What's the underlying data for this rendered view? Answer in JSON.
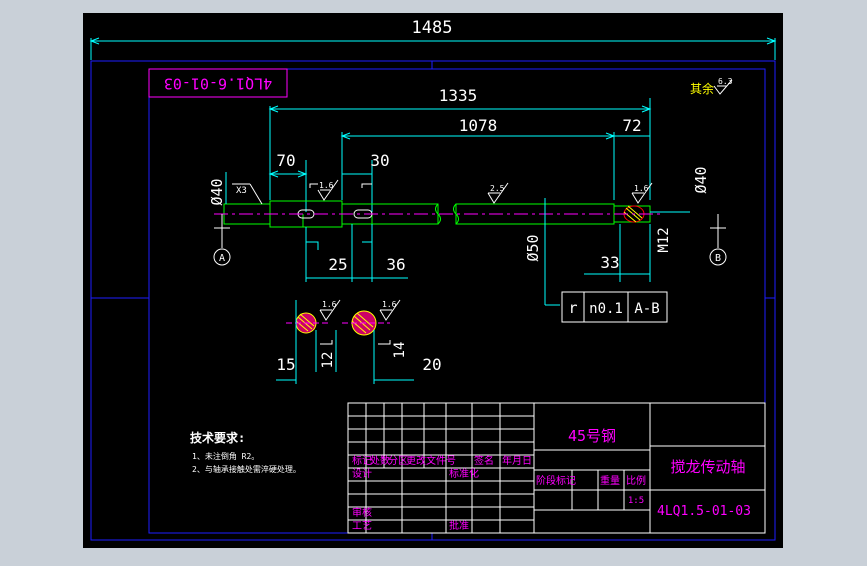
{
  "colors": {
    "background": "#000000",
    "window": "#c9d0d8",
    "frame": "#1e1eff",
    "dimension": "#00ffff",
    "part_outline": "#00ff00",
    "title_text": "#ff00ff",
    "annotation": "#ffffff",
    "center_line": "#ff00ff",
    "notes_text": "#ffffff"
  },
  "drawing": {
    "code_box_text": "4LQ1.6-01-03",
    "surface_rest": {
      "label": "其余",
      "value": "6.3"
    }
  },
  "dimensions": {
    "overall_width": "1485",
    "shaft_length": "1335",
    "middle_length": "1078",
    "right_step": "72",
    "left_step": "70",
    "keyway_left": "30",
    "groove_25": "25",
    "groove_36": "36",
    "right_33": "33",
    "dia_left": "Ø40",
    "dia_right": "Ø40",
    "dia_center": "Ø50",
    "thread": "M12",
    "chamfer": "X3",
    "rough_1_6_a": "1.6",
    "rough_2_5": "2.5",
    "rough_1_6_b": "1.6",
    "section_rough_a": "1.6",
    "section_rough_b": "1.6",
    "section_15": "15",
    "section_12": "12",
    "section_14": "14",
    "section_20": "20"
  },
  "datums": {
    "a": "A",
    "b": "B"
  },
  "tolerance_frame": {
    "symbol": "r",
    "value": "n0.1",
    "datum": "A-B"
  },
  "notes": {
    "title": "技术要求:",
    "items": [
      "1、未注倒角 R2。",
      "2、与轴承接触处需淬硬处理。"
    ]
  },
  "title_block": {
    "material": "45号钢",
    "part_name": "搅龙传动轴",
    "drawing_number": "4LQ1.5-01-03",
    "scale": "1:5",
    "header_row": [
      "标记",
      "处数",
      "分区",
      "更改文件号",
      "签名",
      "年月日"
    ],
    "stage_header": [
      "阶段标记",
      "重量",
      "比例"
    ],
    "design": "设计",
    "standard": "标准化",
    "review": "审核",
    "process": "工艺",
    "approve": "批准"
  }
}
